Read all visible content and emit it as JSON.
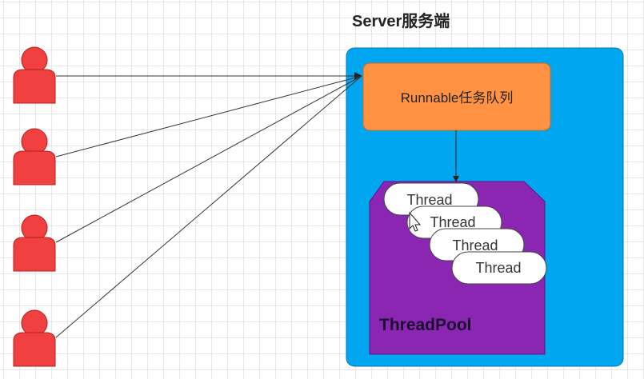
{
  "server": {
    "title": "Server服务端",
    "queue_label": "Runnable任务队列",
    "pool_label": "ThreadPool",
    "threads": [
      "Thread",
      "Thread",
      "Thread",
      "Thread"
    ]
  },
  "colors": {
    "server_box": "#00a6f0",
    "queue_box": "#ff9343",
    "pool_box": "#8b26b3",
    "user_icon": "#f0403f",
    "arrow": "#333333"
  }
}
